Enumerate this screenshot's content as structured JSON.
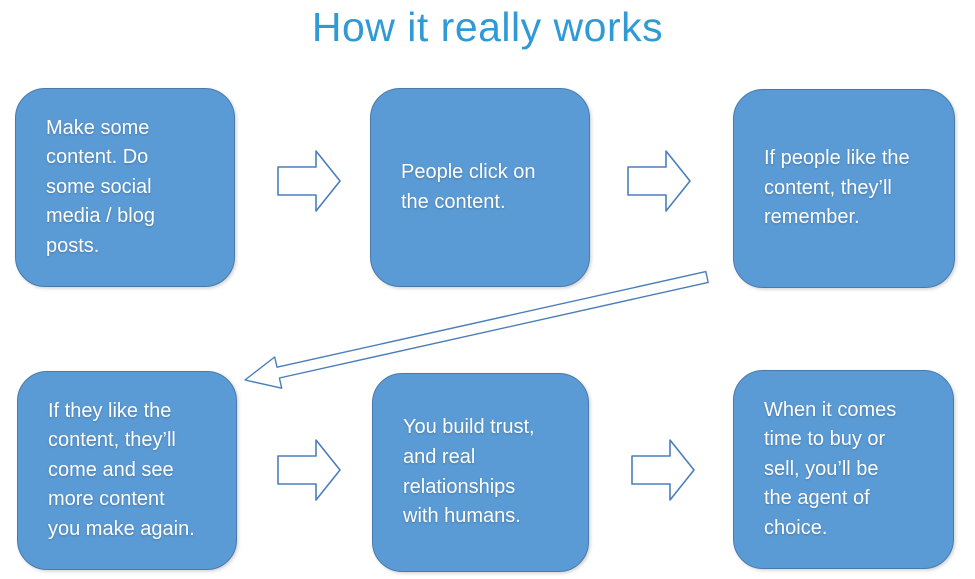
{
  "title": "How it really works",
  "colors": {
    "title_text": "#2F9AD6",
    "box_fill": "#5B9BD5",
    "box_border": "#4A7AAD",
    "box_text": "#FFFFFF",
    "arrow_outline": "#4A7EBB",
    "arrow_fill": "#FFFFFF",
    "background": "#FFFFFF"
  },
  "boxes": [
    {
      "text": "Make some\ncontent. Do\nsome social\nmedia / blog\nposts."
    },
    {
      "text": "People click on\nthe content."
    },
    {
      "text": "If people like the\ncontent, they’ll\nremember."
    },
    {
      "text": "If they like the\ncontent, they’ll\ncome and see\nmore content\nyou make again."
    },
    {
      "text": "You build trust,\nand real\nrelationships\nwith humans."
    },
    {
      "text": "When it comes\ntime to buy or\nsell, you’ll be\nthe agent of\nchoice."
    }
  ],
  "arrows": [
    {
      "icon": "block-arrow-right",
      "from_box": 1,
      "to_box": 2
    },
    {
      "icon": "block-arrow-right",
      "from_box": 2,
      "to_box": 3
    },
    {
      "icon": "thin-arrow-down-left",
      "from_box": 3,
      "to_box": 4
    },
    {
      "icon": "block-arrow-right",
      "from_box": 4,
      "to_box": 5
    },
    {
      "icon": "block-arrow-right",
      "from_box": 5,
      "to_box": 6
    }
  ]
}
